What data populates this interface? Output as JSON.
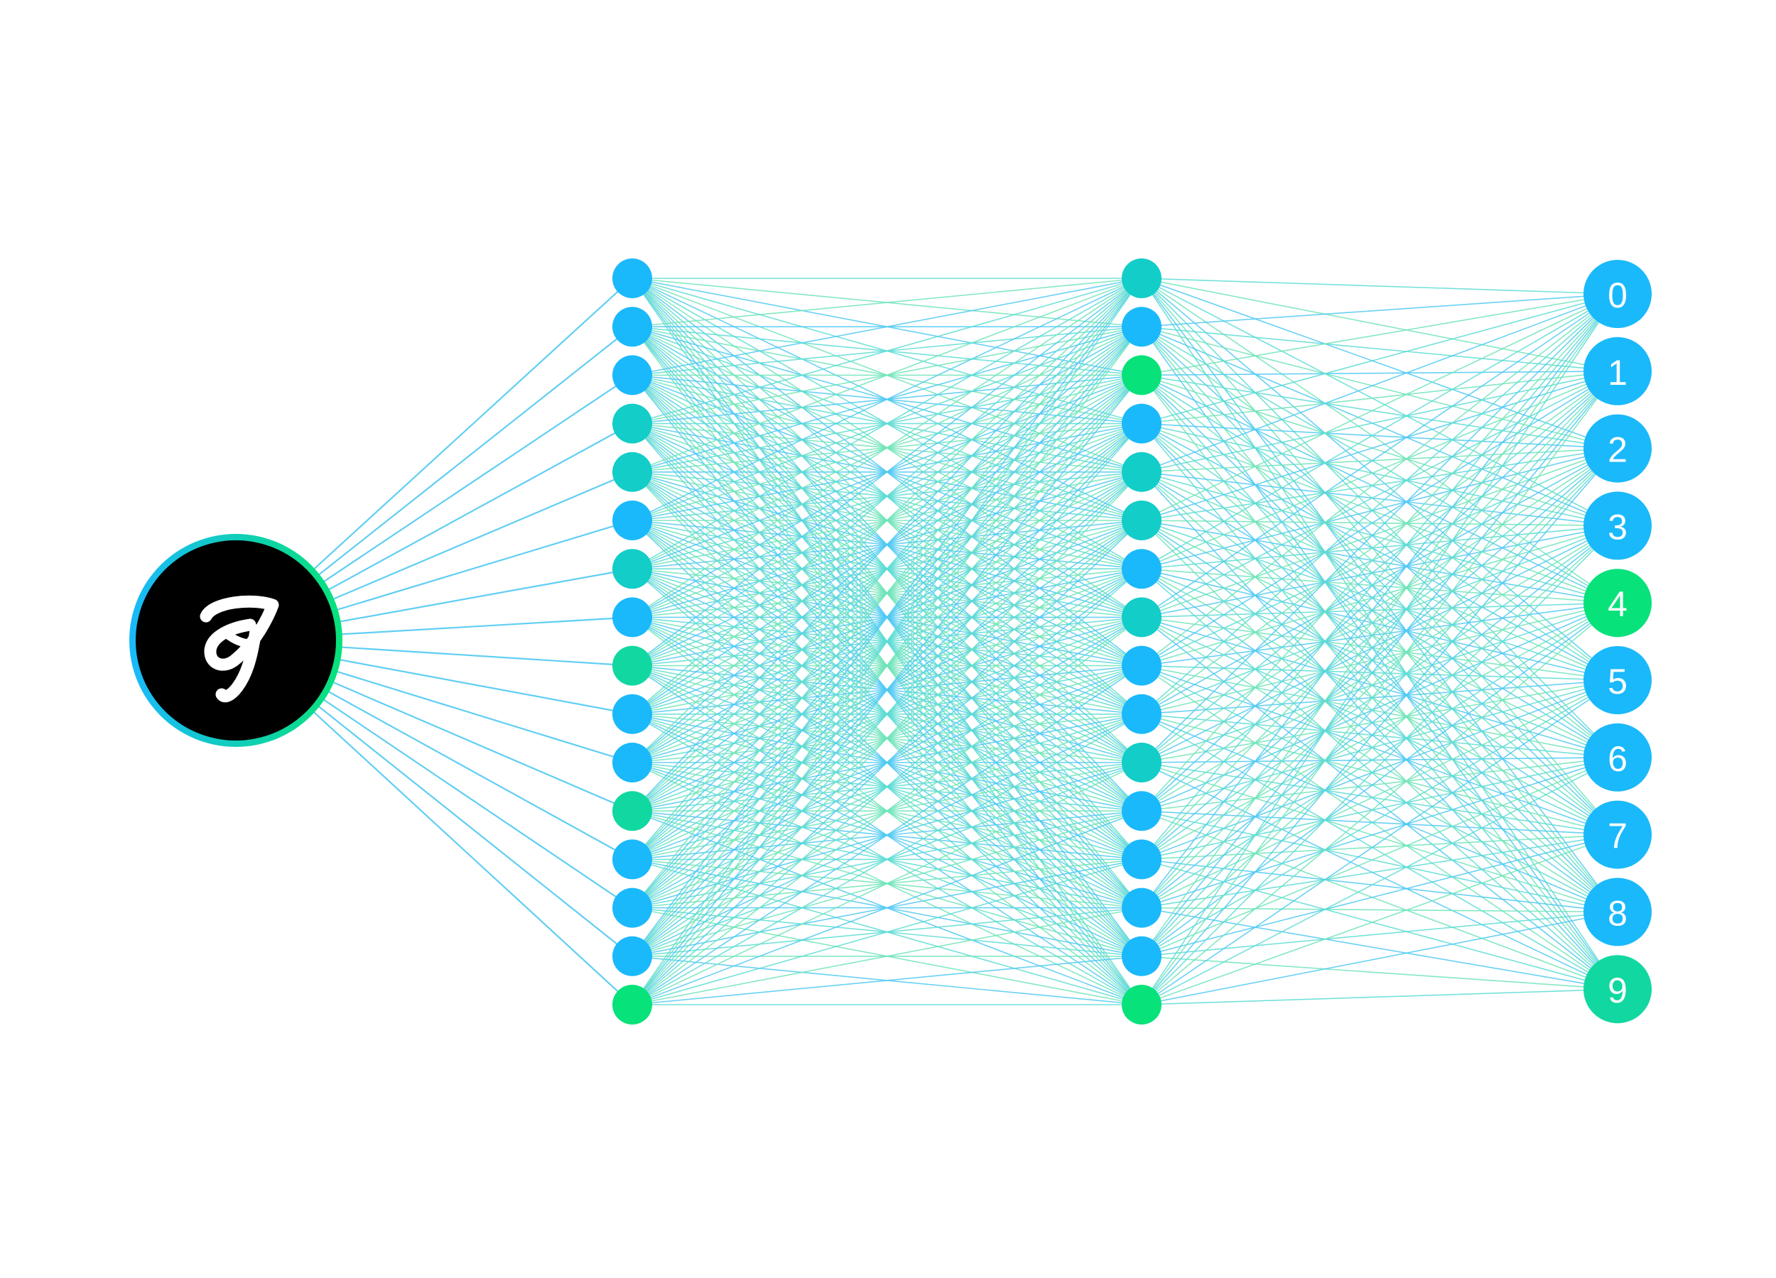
{
  "colors": {
    "blue": "#1ab9fb",
    "teal": "#12cdc8",
    "teal_green": "#11d8a0",
    "green": "#07e27a",
    "edge_blue": "#4fc9f2",
    "edge_mix": "#5cdcd4",
    "edge_green": "#6ee4b8",
    "image_bg": "#000000",
    "digit_fill": "#ffffff"
  },
  "input_node": {
    "kind": "image",
    "content": "handwritten digit",
    "ring_gradient": [
      "blue",
      "green"
    ]
  },
  "hidden_layer_1": {
    "node_colors": [
      "blue",
      "blue",
      "blue",
      "teal",
      "teal",
      "blue",
      "teal",
      "blue",
      "teal_green",
      "blue",
      "blue",
      "teal_green",
      "blue",
      "blue",
      "blue",
      "green"
    ]
  },
  "hidden_layer_2": {
    "node_colors": [
      "teal",
      "blue",
      "green",
      "blue",
      "teal",
      "teal",
      "blue",
      "teal",
      "blue",
      "blue",
      "teal",
      "blue",
      "blue",
      "blue",
      "blue",
      "green"
    ]
  },
  "output_layer": {
    "labels": [
      "0",
      "1",
      "2",
      "3",
      "4",
      "5",
      "6",
      "7",
      "8",
      "9"
    ],
    "node_colors": [
      "blue",
      "blue",
      "blue",
      "blue",
      "green",
      "blue",
      "blue",
      "blue",
      "blue",
      "teal_green"
    ]
  }
}
